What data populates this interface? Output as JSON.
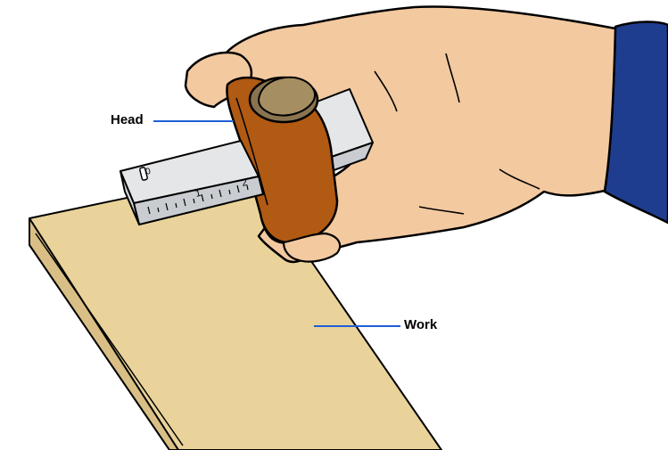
{
  "labels": {
    "head": "Head",
    "work": "Work"
  },
  "ruler_marks": [
    "0",
    "1",
    "2"
  ],
  "colors": {
    "wood": "#e9d39a",
    "wood_side": "#d9bf85",
    "head_body": "#b05a14",
    "head_dark": "#8a430c",
    "knob": "#8a7450",
    "knob_top": "#a58e62",
    "skin": "#f3c9a0",
    "sleeve": "#1f3d8e",
    "steel": "#e4e6e8",
    "steel_shade": "#c9ccd0",
    "callout_line": "#1f5fd6"
  }
}
